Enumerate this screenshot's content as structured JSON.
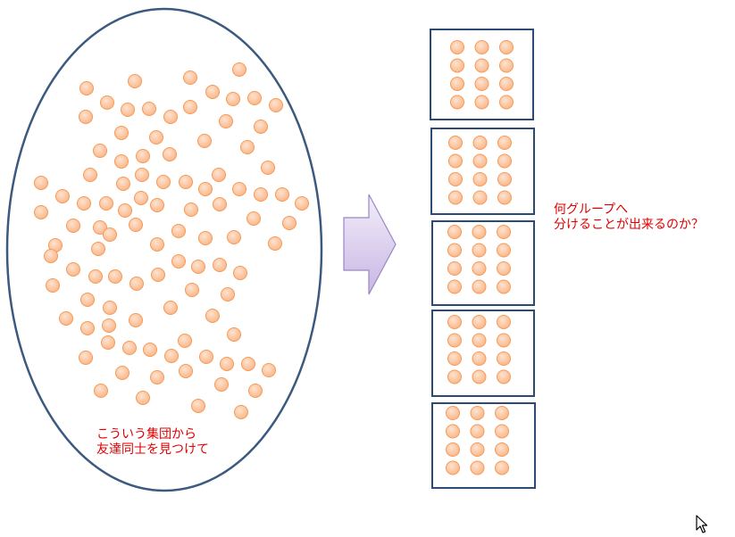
{
  "captions": {
    "ellipse_line1": "こういう集団から",
    "ellipse_line2": "友達同士を見つけて",
    "question_line1": "何グループへ",
    "question_line2": "分けることが出来るのか？"
  },
  "colors": {
    "ellipse_stroke": "#3c5a80",
    "box_stroke": "#2c4a75",
    "dot_fill": "#fbc29b",
    "dot_stroke": "#f59a58",
    "arrow_fill_top": "#f3eefa",
    "arrow_fill_bottom": "#c7b6e3",
    "arrow_stroke": "#9a86c2",
    "caption_text": "#e00000"
  },
  "group_box": {
    "count": 5,
    "rows_per_box": 4,
    "cols_per_box": 3
  }
}
